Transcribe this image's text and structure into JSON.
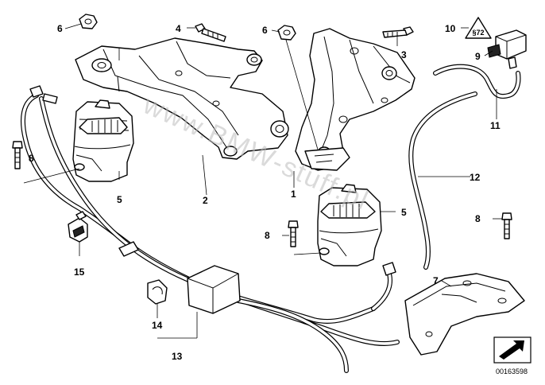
{
  "diagram": {
    "watermark": "www.BMW-stuff.pl",
    "diagram_code": "00163598",
    "callouts": {
      "c1": "1",
      "c2": "2",
      "c3": "3",
      "c4": "4",
      "c5a": "5",
      "c5b": "5",
      "c6a": "6",
      "c6b": "6",
      "c7": "7",
      "c8a": "8",
      "c8b": "8",
      "c8c": "8",
      "c9": "9",
      "c10": "10",
      "c11": "11",
      "c12": "12",
      "c13": "13",
      "c14": "14",
      "c15": "15"
    }
  }
}
